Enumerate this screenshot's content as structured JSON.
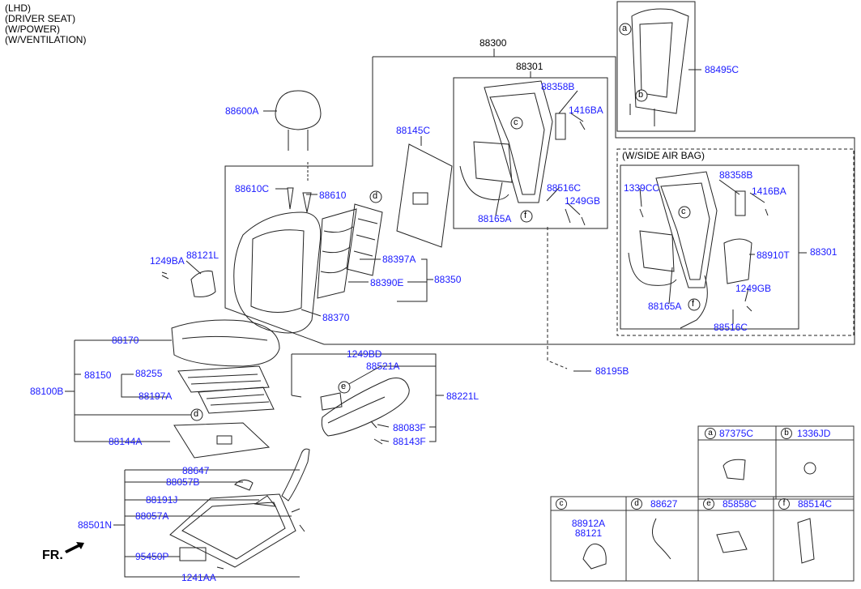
{
  "notes": [
    "(LHD)",
    "(DRIVER SEAT)",
    "(W/POWER)",
    "(W/VENTILATION)"
  ],
  "orientation_label": "FR.",
  "callouts": {
    "a": "a",
    "b": "b",
    "c": "c",
    "d": "d",
    "e": "e",
    "f": "f"
  },
  "labels": {
    "p88300": "88300",
    "p88301_top": "88301",
    "p88358B_top": "88358B",
    "p1416BA_top": "1416BA",
    "p88516C_top": "88516C",
    "p1249GB_top": "1249GB",
    "p88165A_top": "88165A",
    "p88495C": "88495C",
    "side_airbag_title": "(W/SIDE AIR BAG)",
    "p1339CC": "1339CC",
    "p88358B_sab": "88358B",
    "p1416BA_sab": "1416BA",
    "p88910T": "88910T",
    "p88301_sab": "88301",
    "p1249GB_sab": "1249GB",
    "p88165A_sab": "88165A",
    "p88516C_sab": "88516C",
    "p88600A": "88600A",
    "p88145C": "88145C",
    "p88610C": "88610C",
    "p88610": "88610",
    "p88397A": "88397A",
    "p88390E": "88390E",
    "p88350": "88350",
    "p88370": "88370",
    "p1249BA": "1249BA",
    "p88121L": "88121L",
    "p88195B": "88195B",
    "p88170": "88170",
    "p88150": "88150",
    "p88255": "88255",
    "p88197A": "88197A",
    "p88100B": "88100B",
    "p88144A": "88144A",
    "p1249BD": "1249BD",
    "p88521A": "88521A",
    "p88221L": "88221L",
    "p88083F": "88083F",
    "p88143F": "88143F",
    "p88647": "88647",
    "p88057B": "88057B",
    "p88191J": "88191J",
    "p88057A": "88057A",
    "p88501N": "88501N",
    "p95450P": "95450P",
    "p1241AA": "1241AA"
  },
  "legend": [
    {
      "letter": "a",
      "parts": [
        "87375C"
      ]
    },
    {
      "letter": "b",
      "parts": [
        "1336JD"
      ]
    },
    {
      "letter": "c",
      "parts": [],
      "sub": [
        "88912A",
        "88121"
      ]
    },
    {
      "letter": "d",
      "parts": [
        "88627"
      ]
    },
    {
      "letter": "e",
      "parts": [
        "85858C"
      ]
    },
    {
      "letter": "f",
      "parts": [
        "88514C"
      ]
    }
  ]
}
